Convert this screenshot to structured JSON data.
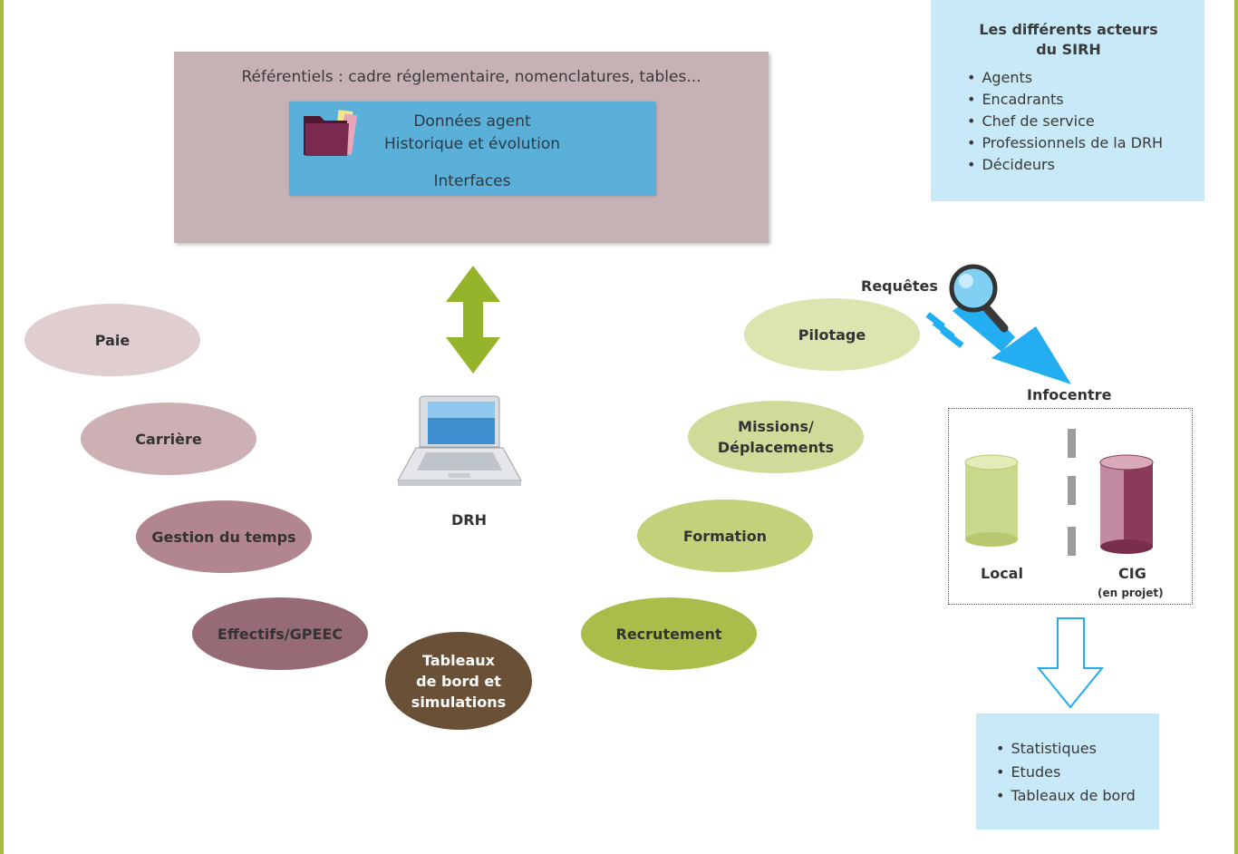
{
  "referentiels": {
    "title": "Référentiels : cadre réglementaire, nomenclatures, tables...",
    "line1": "Données agent",
    "line2": "Historique et évolution",
    "line3": "Interfaces"
  },
  "acteurs": {
    "title_line1": "Les différents acteurs",
    "title_line2": "du SIRH",
    "items": [
      "Agents",
      "Encadrants",
      "Chef de service",
      "Professionnels de la DRH",
      "Décideurs"
    ]
  },
  "left_modules": [
    "Paie",
    "Carrière",
    "Gestion du temps",
    "Effectifs/GPEEC"
  ],
  "center_module": {
    "line1": "Tableaux",
    "line2": "de bord et",
    "line3": "simulations"
  },
  "right_modules": {
    "recrutement": "Recrutement",
    "formation": "Formation",
    "missions_line1": "Missions/",
    "missions_line2": "Déplacements",
    "pilotage": "Pilotage"
  },
  "drh_label": "DRH",
  "requetes_label": "Requêtes",
  "infocentre": {
    "title": "Infocentre",
    "local": "Local",
    "cig": "CIG",
    "cig_note": "(en projet)"
  },
  "outputs": [
    "Statistiques",
    "Etudes",
    "Tableaux de bord"
  ],
  "colors": {
    "frame": "#a7bd3f",
    "ref_box": "#c6b1b5",
    "ref_inner": "#5ab0d8",
    "acteurs_box": "#c7e9f8",
    "green_arrow": "#95b42c",
    "blue_arrow": "#22aef0",
    "folder": "#6e2346"
  },
  "icons": {
    "folder": "folder-icon",
    "laptop": "laptop-icon",
    "magnifier": "magnifier-icon",
    "cylinder_local": "database-icon",
    "cylinder_cig": "database-icon"
  }
}
